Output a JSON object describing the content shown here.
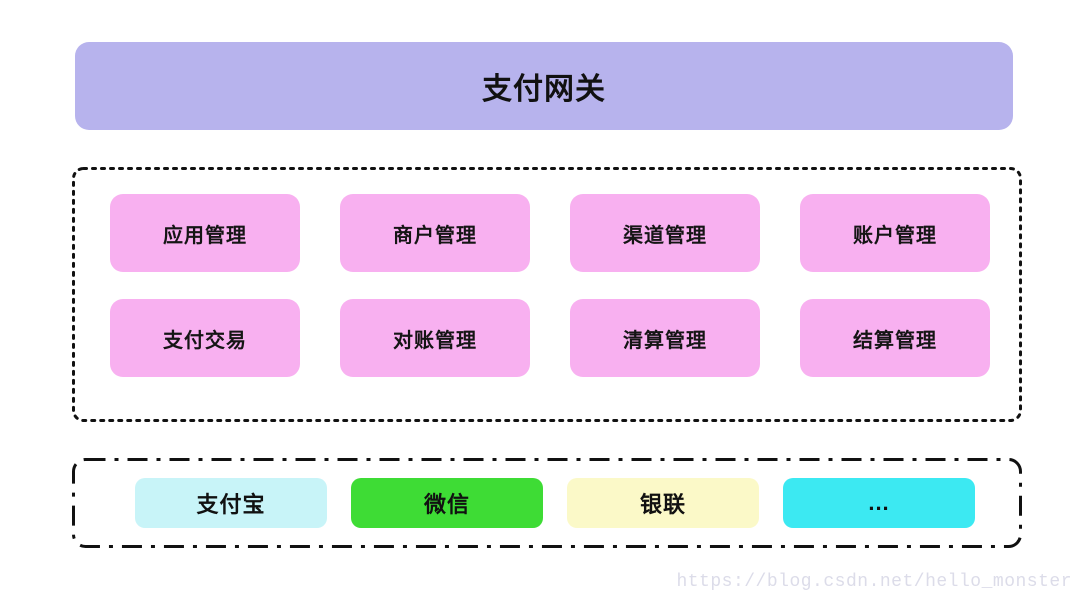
{
  "page": {
    "background": "#ffffff",
    "border_color": "#111111"
  },
  "banner": {
    "label": "支付网关",
    "color": "#b7b3ed"
  },
  "modules": {
    "box_color": "#f8b0f0",
    "rows": [
      [
        "应用管理",
        "商户管理",
        "渠道管理",
        "账户管理"
      ],
      [
        "支付交易",
        "对账管理",
        "清算管理",
        "结算管理"
      ]
    ]
  },
  "channels": {
    "items": [
      {
        "label": "支付宝",
        "color": "#c8f4f8"
      },
      {
        "label": "微信",
        "color": "#3edc35"
      },
      {
        "label": "银联",
        "color": "#fbf9c8"
      },
      {
        "label": "...",
        "color": "#3ce9f2"
      }
    ]
  },
  "watermark": {
    "text": "https://blog.csdn.net/hello_monster",
    "color": "#dcdce9"
  }
}
